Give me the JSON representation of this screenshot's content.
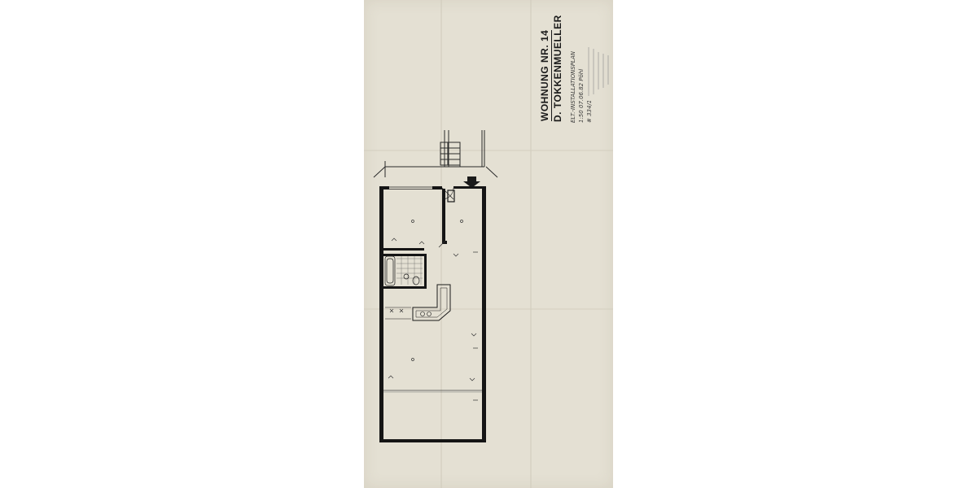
{
  "drawing": {
    "title": "WOHNUNG NR. 14",
    "owner": "D. TOKKENMUELLER",
    "note_line_1": "ELT.-INSTALLATIONSPLAN",
    "note_line_2": "1:50      07.06.82  Pöhl",
    "note_line_3": "# 334/1"
  },
  "colors": {
    "paper": "#e4e0d3",
    "ink": "#1a1a1a",
    "stamp": "#8a8a8a"
  }
}
